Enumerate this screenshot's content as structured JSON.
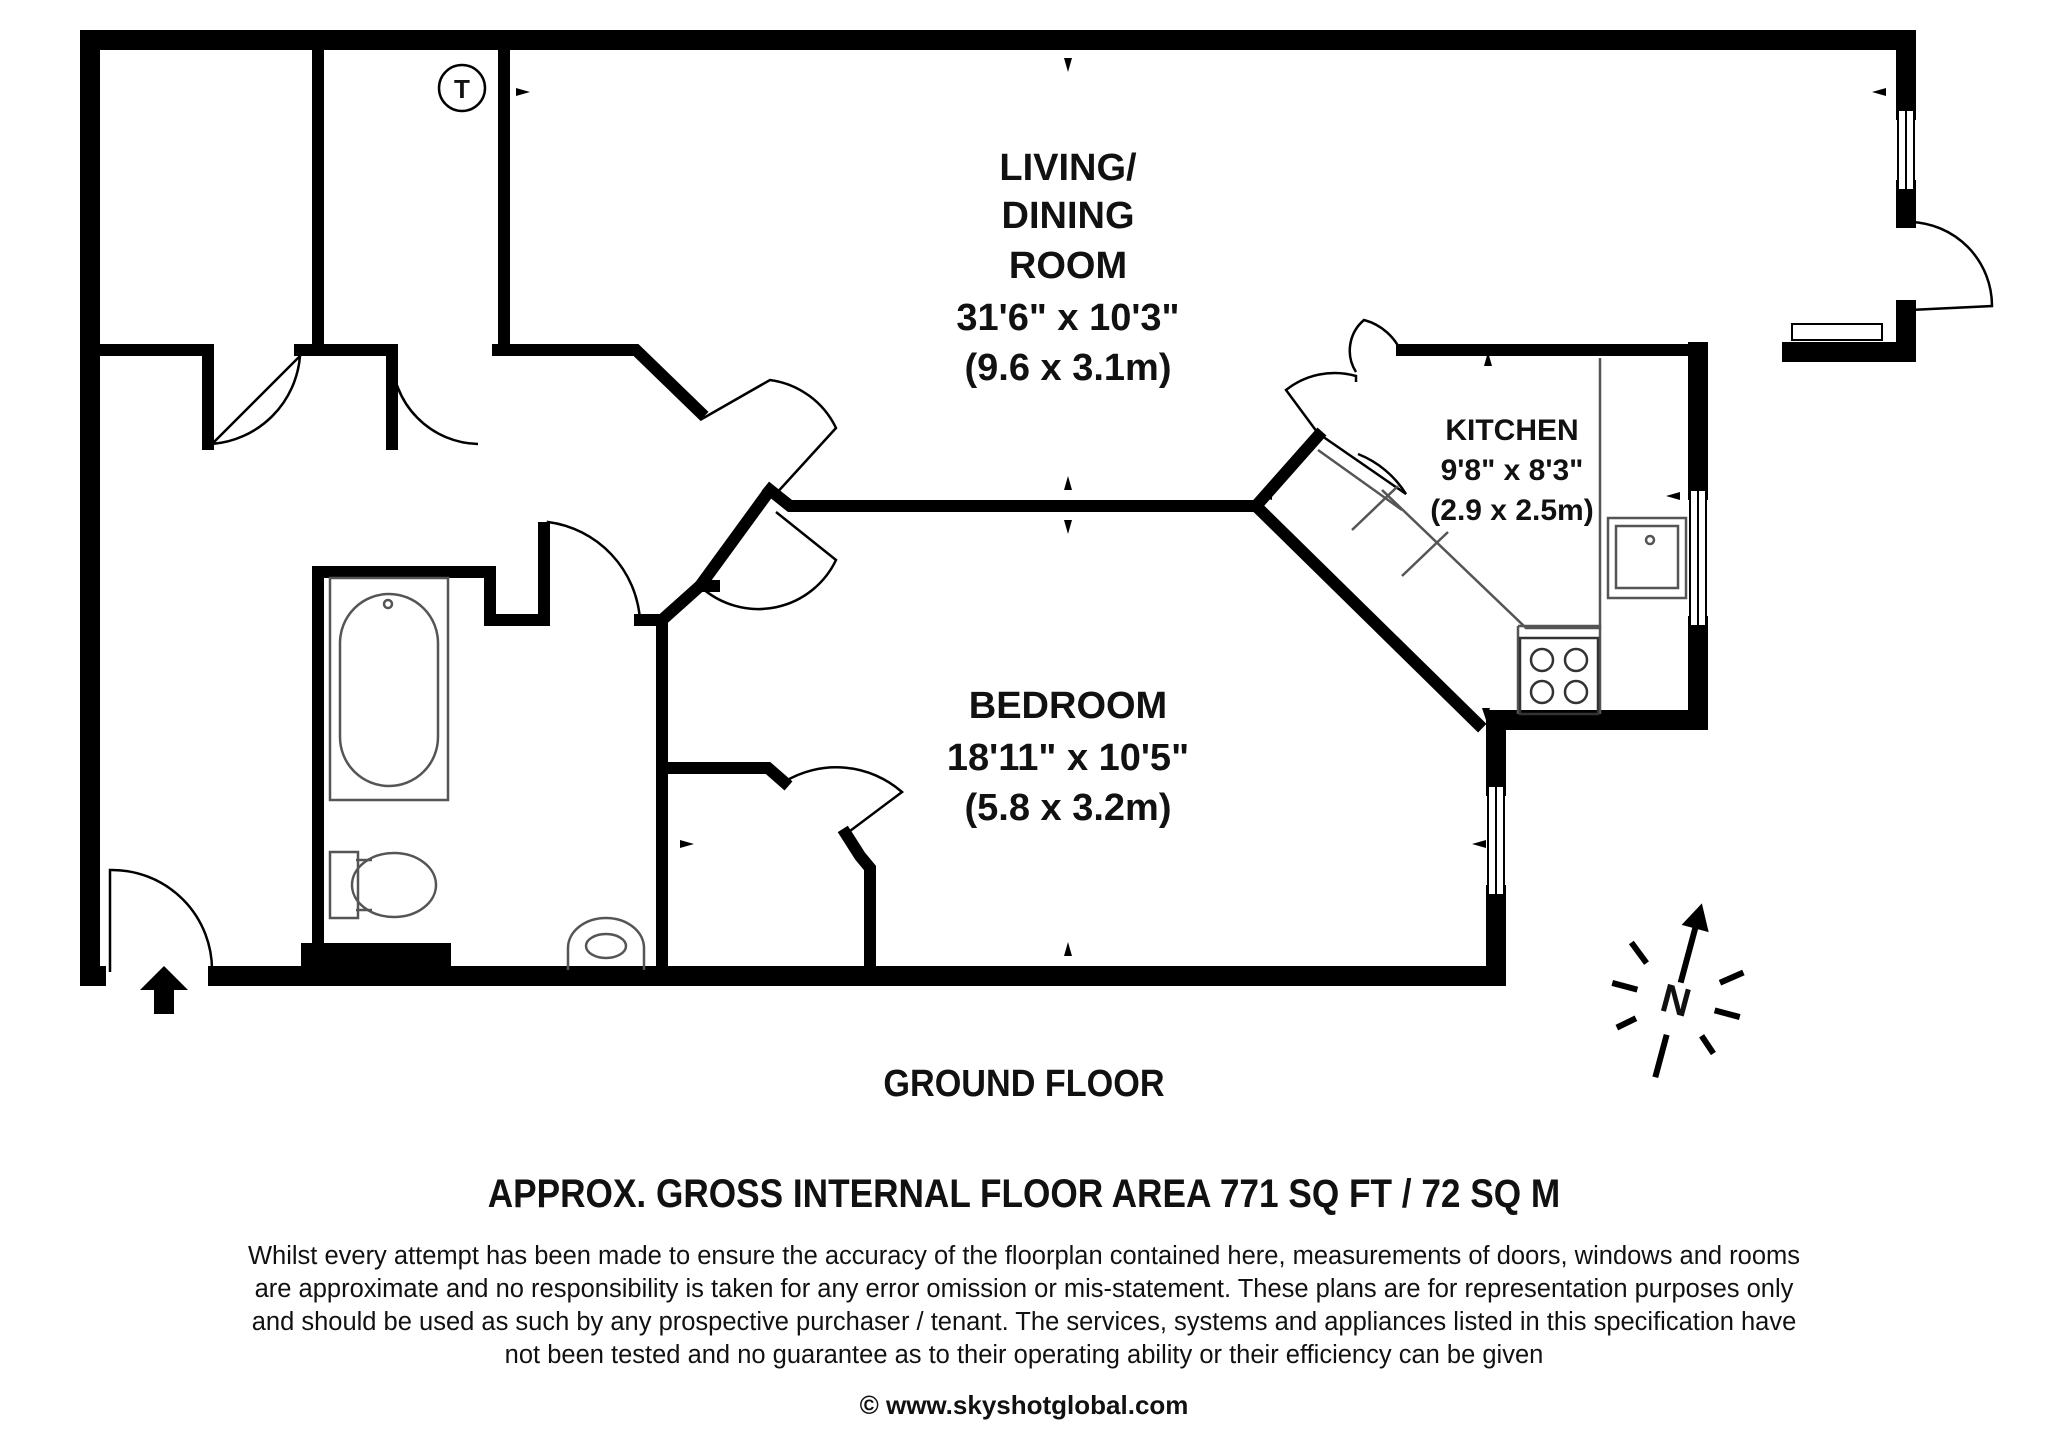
{
  "rooms": {
    "living": {
      "name_lines": [
        "LIVING/",
        "DINING",
        "ROOM"
      ],
      "imperial": "31'6\" x 10'3\"",
      "metric": "(9.6 x 3.1m)"
    },
    "kitchen": {
      "name": "KITCHEN",
      "imperial": "9'8\" x 8'3\"",
      "metric": "(2.9 x 2.5m)"
    },
    "bedroom": {
      "name": "BEDROOM",
      "imperial": "18'11\" x 10'5\"",
      "metric": "(5.8 x 3.2m)"
    }
  },
  "symbols": {
    "thermostat": "T",
    "compass": "N"
  },
  "floor_name": "GROUND FLOOR",
  "area_text": "APPROX. GROSS INTERNAL FLOOR AREA 771 SQ FT / 72 SQ M",
  "disclaimer": "Whilst every attempt has been made to ensure the accuracy of the floorplan contained here, measurements of doors, windows and rooms are approximate and no responsibility is taken for any error omission or mis-statement. These plans are for representation purposes only and should  be used as such by any prospective purchaser / tenant. The services, systems and appliances listed in this specification have not been tested and no guarantee as to their operating ability or their efficiency can be given",
  "website": "© www.skyshotglobal.com",
  "colors": {
    "wall": "#000000",
    "fixture": "#555555",
    "background": "#ffffff"
  }
}
